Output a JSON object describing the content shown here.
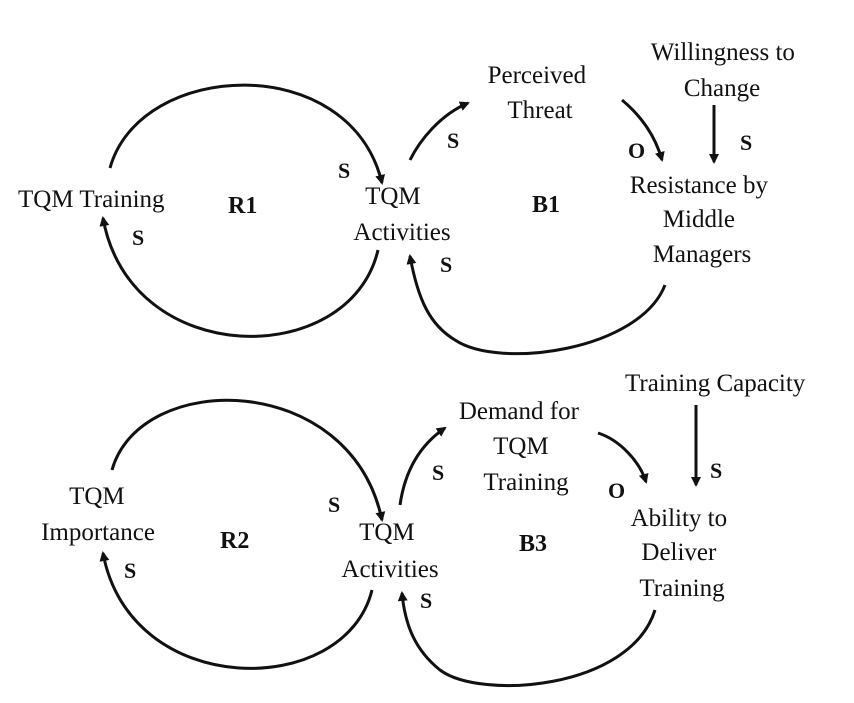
{
  "diagram": {
    "variables": {
      "tqm_training": "TQM Training",
      "tqm_activities_top": [
        "TQM",
        "Activities"
      ],
      "perceived_threat": [
        "Perceived",
        "Threat"
      ],
      "willingness": [
        "Willingness to",
        "Change"
      ],
      "resistance": [
        "Resistance by",
        "Middle",
        "Managers"
      ],
      "tqm_importance": [
        "TQM",
        "Importance"
      ],
      "tqm_activities_bottom": [
        "TQM",
        "Activities"
      ],
      "demand": [
        "Demand for",
        "TQM",
        "Training"
      ],
      "training_capacity": "Training Capacity",
      "ability": [
        "Ability to",
        "Deliver",
        "Training"
      ]
    },
    "loops": {
      "r1": "R1",
      "b1": "B1",
      "r2": "R2",
      "b3": "B3"
    },
    "polarities": {
      "r1_top": "S",
      "r1_bottom": "S",
      "b1_threat": "S",
      "b1_resistance": "O",
      "b1_willingness": "S",
      "b1_return": "S",
      "r2_top": "S",
      "r2_bottom": "S",
      "b3_demand": "S",
      "b3_ability": "O",
      "b3_capacity": "S",
      "b3_return": "S"
    }
  }
}
